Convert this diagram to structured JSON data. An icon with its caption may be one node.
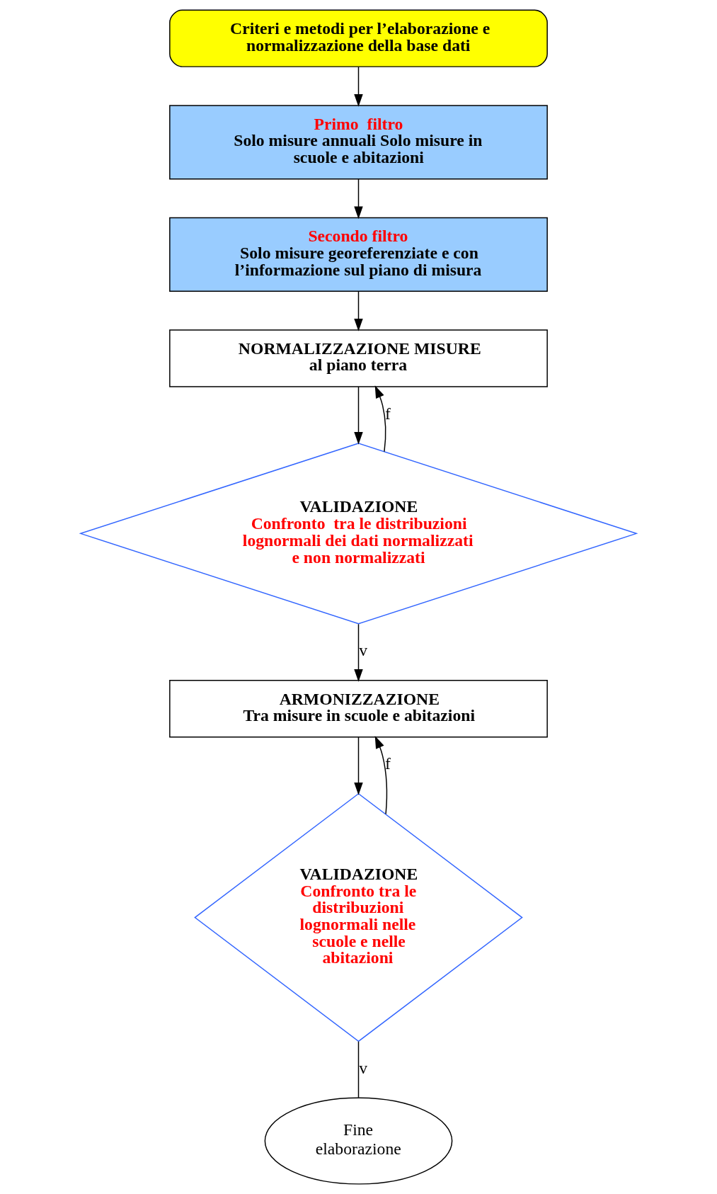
{
  "diagram": {
    "nodes": [
      {
        "text": [
          "Criteri e metodi per l’elaborazione e normalizzazione della base dati"
        ]
      },
      {
        "text": [
          "Primo  filtro",
          "Solo misure annuali Solo misure in scuole e abitazioni"
        ]
      },
      {
        "text": [
          "Secondo filtro",
          "Solo misure georeferenziate e con l’informazione sul piano di misura"
        ]
      },
      {
        "text": [
          "NORMALIZZAZIONE MISURE",
          "al piano terra"
        ]
      },
      {
        "text": [
          "VALIDAZIONE",
          "Confronto  tra le distribuzioni lognormali dei dati normalizzati e non normalizzati"
        ]
      },
      {
        "text": [
          "ARMONIZZAZIONE",
          "Tra misure in scuole e abitazioni"
        ]
      },
      {
        "text": [
          "VALIDAZIONE",
          "Confronto tra le distribuzioni lognormali nelle scuole e nelle abitazioni"
        ]
      },
      {
        "text": [
          "Fine elaborazione"
        ]
      }
    ],
    "edges": [
      {
        "from": 0,
        "to": 1,
        "arrow": "to"
      },
      {
        "from": 1,
        "to": 2,
        "arrow": "to"
      },
      {
        "from": 2,
        "to": 3,
        "arrow": "to"
      },
      {
        "from": 3,
        "to": 4,
        "arrow": "to"
      },
      {
        "from": 4,
        "to": 3,
        "arrow": "to",
        "label": "f"
      },
      {
        "from": 4,
        "to": 5,
        "arrow": "to",
        "label": "v"
      },
      {
        "from": 5,
        "to": 6,
        "arrow": "to"
      },
      {
        "from": 6,
        "to": 5,
        "arrow": "to",
        "label": "f"
      },
      {
        "from": 6,
        "to": 7,
        "arrow": "none",
        "label": "v"
      }
    ]
  }
}
